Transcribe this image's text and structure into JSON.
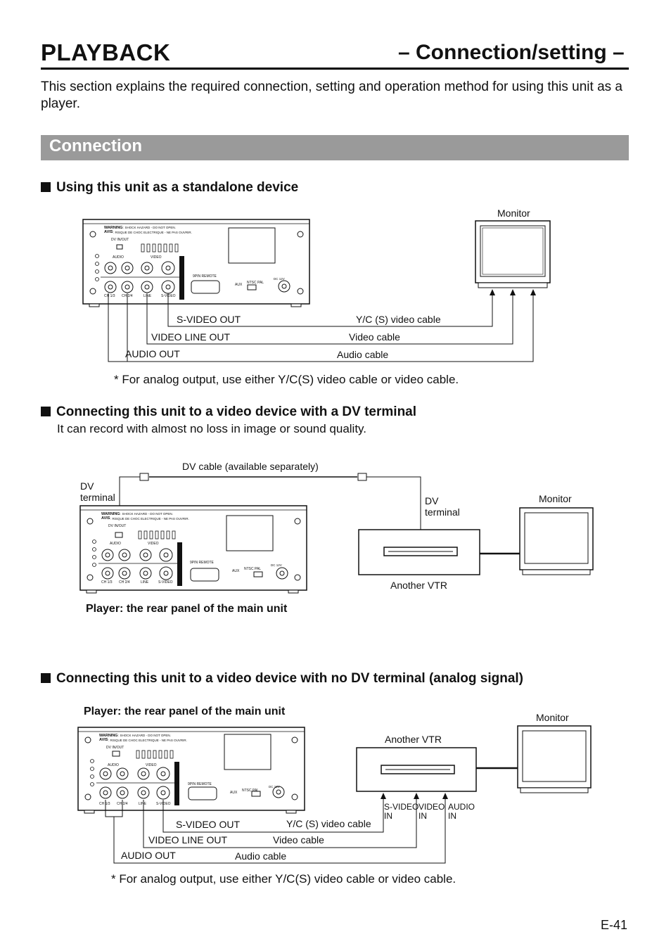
{
  "header": {
    "title_left": "PLAYBACK",
    "title_right": "– Connection/setting –"
  },
  "intro": "This section explains the required connection, setting and operation method for using this unit as a player.",
  "section_title": "Connection",
  "sections": [
    {
      "heading": "Using this unit as a standalone device",
      "labels": {
        "monitor": "Monitor",
        "s_video_out": "S-VIDEO OUT",
        "video_line_out": "VIDEO LINE OUT",
        "audio_out": "AUDIO OUT",
        "yc_cable": "Y/C (S) video cable",
        "video_cable": "Video cable",
        "audio_cable": "Audio cable"
      },
      "note": "* For analog output, use either Y/C(S) video cable or video cable."
    },
    {
      "heading": "Connecting this unit to a video device with a DV terminal",
      "subnote": "It can record with almost no loss in image or sound quality.",
      "labels": {
        "dv_cable": "DV cable (available separately)",
        "dv_terminal_left_1": "DV",
        "dv_terminal_left_2": "terminal",
        "dv_terminal_right_1": "DV",
        "dv_terminal_right_2": "terminal",
        "monitor": "Monitor",
        "another_vtr": "Another VTR"
      },
      "caption": "Player: the rear panel of the main unit"
    },
    {
      "heading": "Connecting this unit to a video device with no DV terminal (analog signal)",
      "caption": "Player: the rear panel of the main unit",
      "labels": {
        "monitor": "Monitor",
        "another_vtr": "Another VTR",
        "s_video_out": "S-VIDEO OUT",
        "video_line_out": "VIDEO LINE OUT",
        "audio_out": "AUDIO OUT",
        "yc_cable": "Y/C (S) video cable",
        "video_cable": "Video cable",
        "audio_cable": "Audio cable",
        "s_video_in_1": "S-VIDEO",
        "s_video_in_2": "IN",
        "video_in_1": "VIDEO",
        "video_in_2": "IN",
        "audio_in_1": "AUDIO",
        "audio_in_2": "IN"
      },
      "note": "* For analog output, use either Y/C(S) video cable or video cable."
    }
  ],
  "panel": {
    "warning": "WARNING",
    "warning_text": ": SHOCK HAZARD - DO NOT OPEN.",
    "avis": "AVIS",
    "avis_text": ": RISQUE DE CHOC ELECTRIQUE - NE PAS OUVRIR.",
    "dv_in_out": "DV IN/OUT",
    "audio": "AUDIO",
    "video": "VIDEO",
    "remote": "9PIN REMOTE",
    "aux": "AUX",
    "ntsc_pal": "NTSC  PAL",
    "dc": "DC 12V",
    "ch13": "CH 1/3",
    "ch24": "CH 2/4",
    "line": "LINE",
    "svideo": "S-VIDEO"
  },
  "page_number": "E-41"
}
